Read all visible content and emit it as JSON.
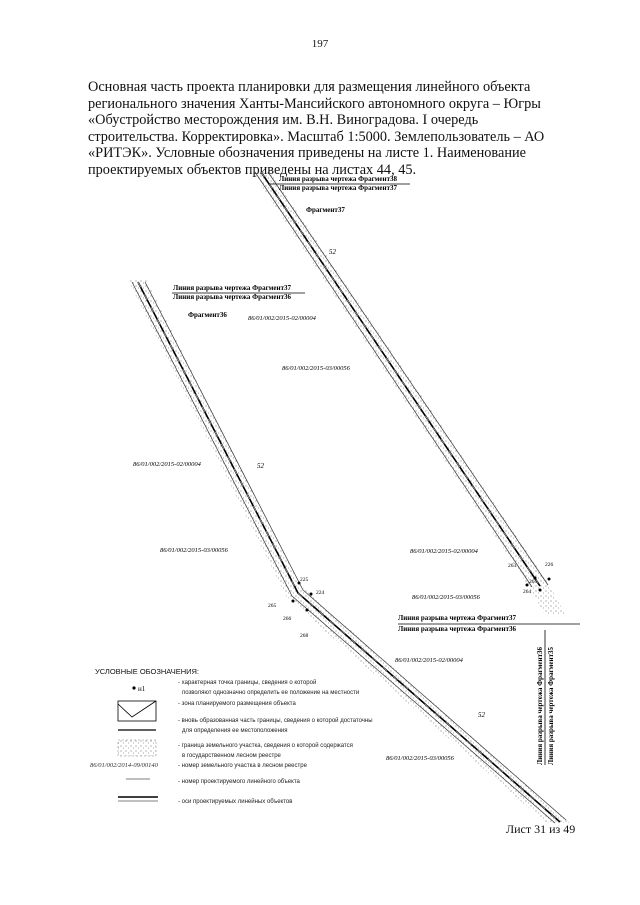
{
  "page_number": "197",
  "heading": "Основная часть проекта планировки для размещения линейного объекта регионального значения Ханты-Мансийского автономного округа – Югры «Обустройство месторождения им. В.Н. Виноградова. I очередь строительства. Корректировка». Масштаб 1:5000. Землепользователь – АО «РИТЭК». Условные обозначения приведены на листе 1. Наименование проектируемых объектов приведены на листах 44, 45.",
  "map": {
    "break_top_1": "Линия разрыва чертежа Фрагмент38",
    "break_top_2": "Линия разрыва чертежа Фрагмент37",
    "fragment_a": "Фрагмент37",
    "break_left_1": "Линия разрыва чертежа Фрагмент37",
    "break_left_2": "Линия разрыва чертежа Фрагмент36",
    "fragment_b": "Фрагмент36",
    "break_right_1": "Линия разрыва чертежа Фрагмент37",
    "break_right_2": "Линия разрыва чертежа Фрагмент36",
    "break_vert_1": "Линия разрыва чертежа Фрагмент36",
    "break_vert_2": "Линия разрыва чертежа Фрагмент35",
    "parcel_1": "86/01/002/2015-02/00004",
    "parcel_2": "86/01/002/2015-03/00056",
    "parcel_3": "86/01/002/2015-02/00004",
    "parcel_4": "86/01/002/2015-03/00056",
    "parcel_5": "86/01/002/2015-02/00004",
    "parcel_6": "86/01/002/2015-03/00056",
    "parcel_7": "86/01/002/2015-02/00004",
    "parcel_8": "86/01/002/2015-03/00056",
    "obj_1": "52",
    "obj_2": "52",
    "obj_3": "52",
    "pt_225": "225",
    "pt_224": "224",
    "pt_265": "265",
    "pt_266": "266",
    "pt_268": "268",
    "pt_226": "226",
    "pt_264": "264",
    "pt_263": "263",
    "pt_265b": "265"
  },
  "legend": {
    "title": "УСЛОВНЫЕ ОБОЗНАЧЕНИЯ:",
    "point_symbol": "н1",
    "item1_line1": "- характерная точка границы, сведения о которой",
    "item1_line2": "позволяют однозначно определить ее положение на местности",
    "item2": "- зона планируемого размещения объекта",
    "item3_line1": "- вновь образованная часть границы, сведения о которой достаточны",
    "item3_line2": "для определения ее местоположения",
    "item4_line1": "- граница земельного участка, сведения о которой содержатся",
    "item4_line2": "в государственном лесном реестре",
    "parcel_sample": "86/01/002/2014-09/00140",
    "item5": "- номер земельного участка в лесном реестре",
    "item6": "- номер проектируемого линейного объекта",
    "item7": "- оси проектируемых линейных объектов"
  },
  "footer": "Лист 31 из 49"
}
